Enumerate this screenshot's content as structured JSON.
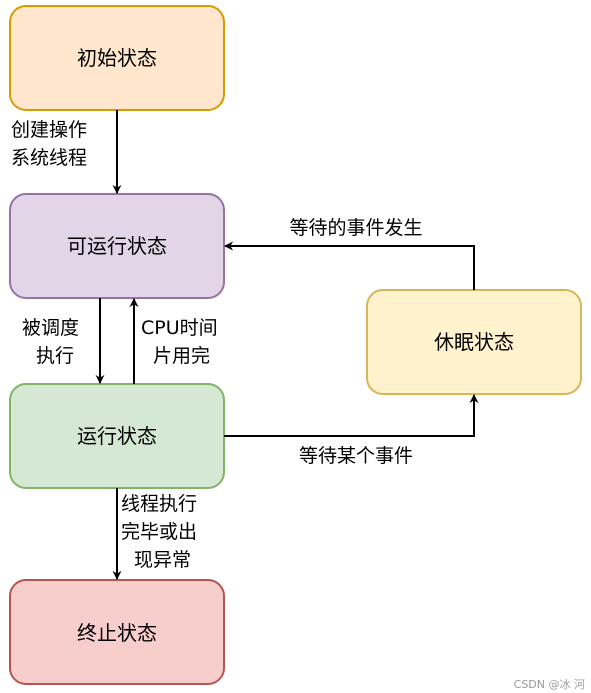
{
  "nodes": {
    "initial": {
      "label": "初始状态",
      "fill": "#ffe6cc",
      "stroke": "#d79b00"
    },
    "runnable": {
      "label": "可运行状态",
      "fill": "#e1d5e7",
      "stroke": "#9673a6"
    },
    "running": {
      "label": "运行状态",
      "fill": "#d5e8d4",
      "stroke": "#82b366"
    },
    "sleeping": {
      "label": "休眠状态",
      "fill": "#fff2cc",
      "stroke": "#d6b656"
    },
    "terminated": {
      "label": "终止状态",
      "fill": "#f8cecc",
      "stroke": "#b85450"
    }
  },
  "edges": {
    "create": {
      "lines": [
        "创建操作",
        "系统线程"
      ]
    },
    "scheduled": {
      "lines": [
        "被调度",
        "执行"
      ]
    },
    "cpu_timeout": {
      "lines": [
        "CPU时间",
        "片用完"
      ]
    },
    "wait_event": {
      "lines": [
        "等待某个事件"
      ]
    },
    "event_occurs": {
      "lines": [
        "等待的事件发生"
      ]
    },
    "finish": {
      "lines": [
        "线程执行",
        "完毕或出",
        "现异常"
      ]
    }
  },
  "watermark": "CSDN @冰 河",
  "colors": {
    "edge": "#000000"
  }
}
